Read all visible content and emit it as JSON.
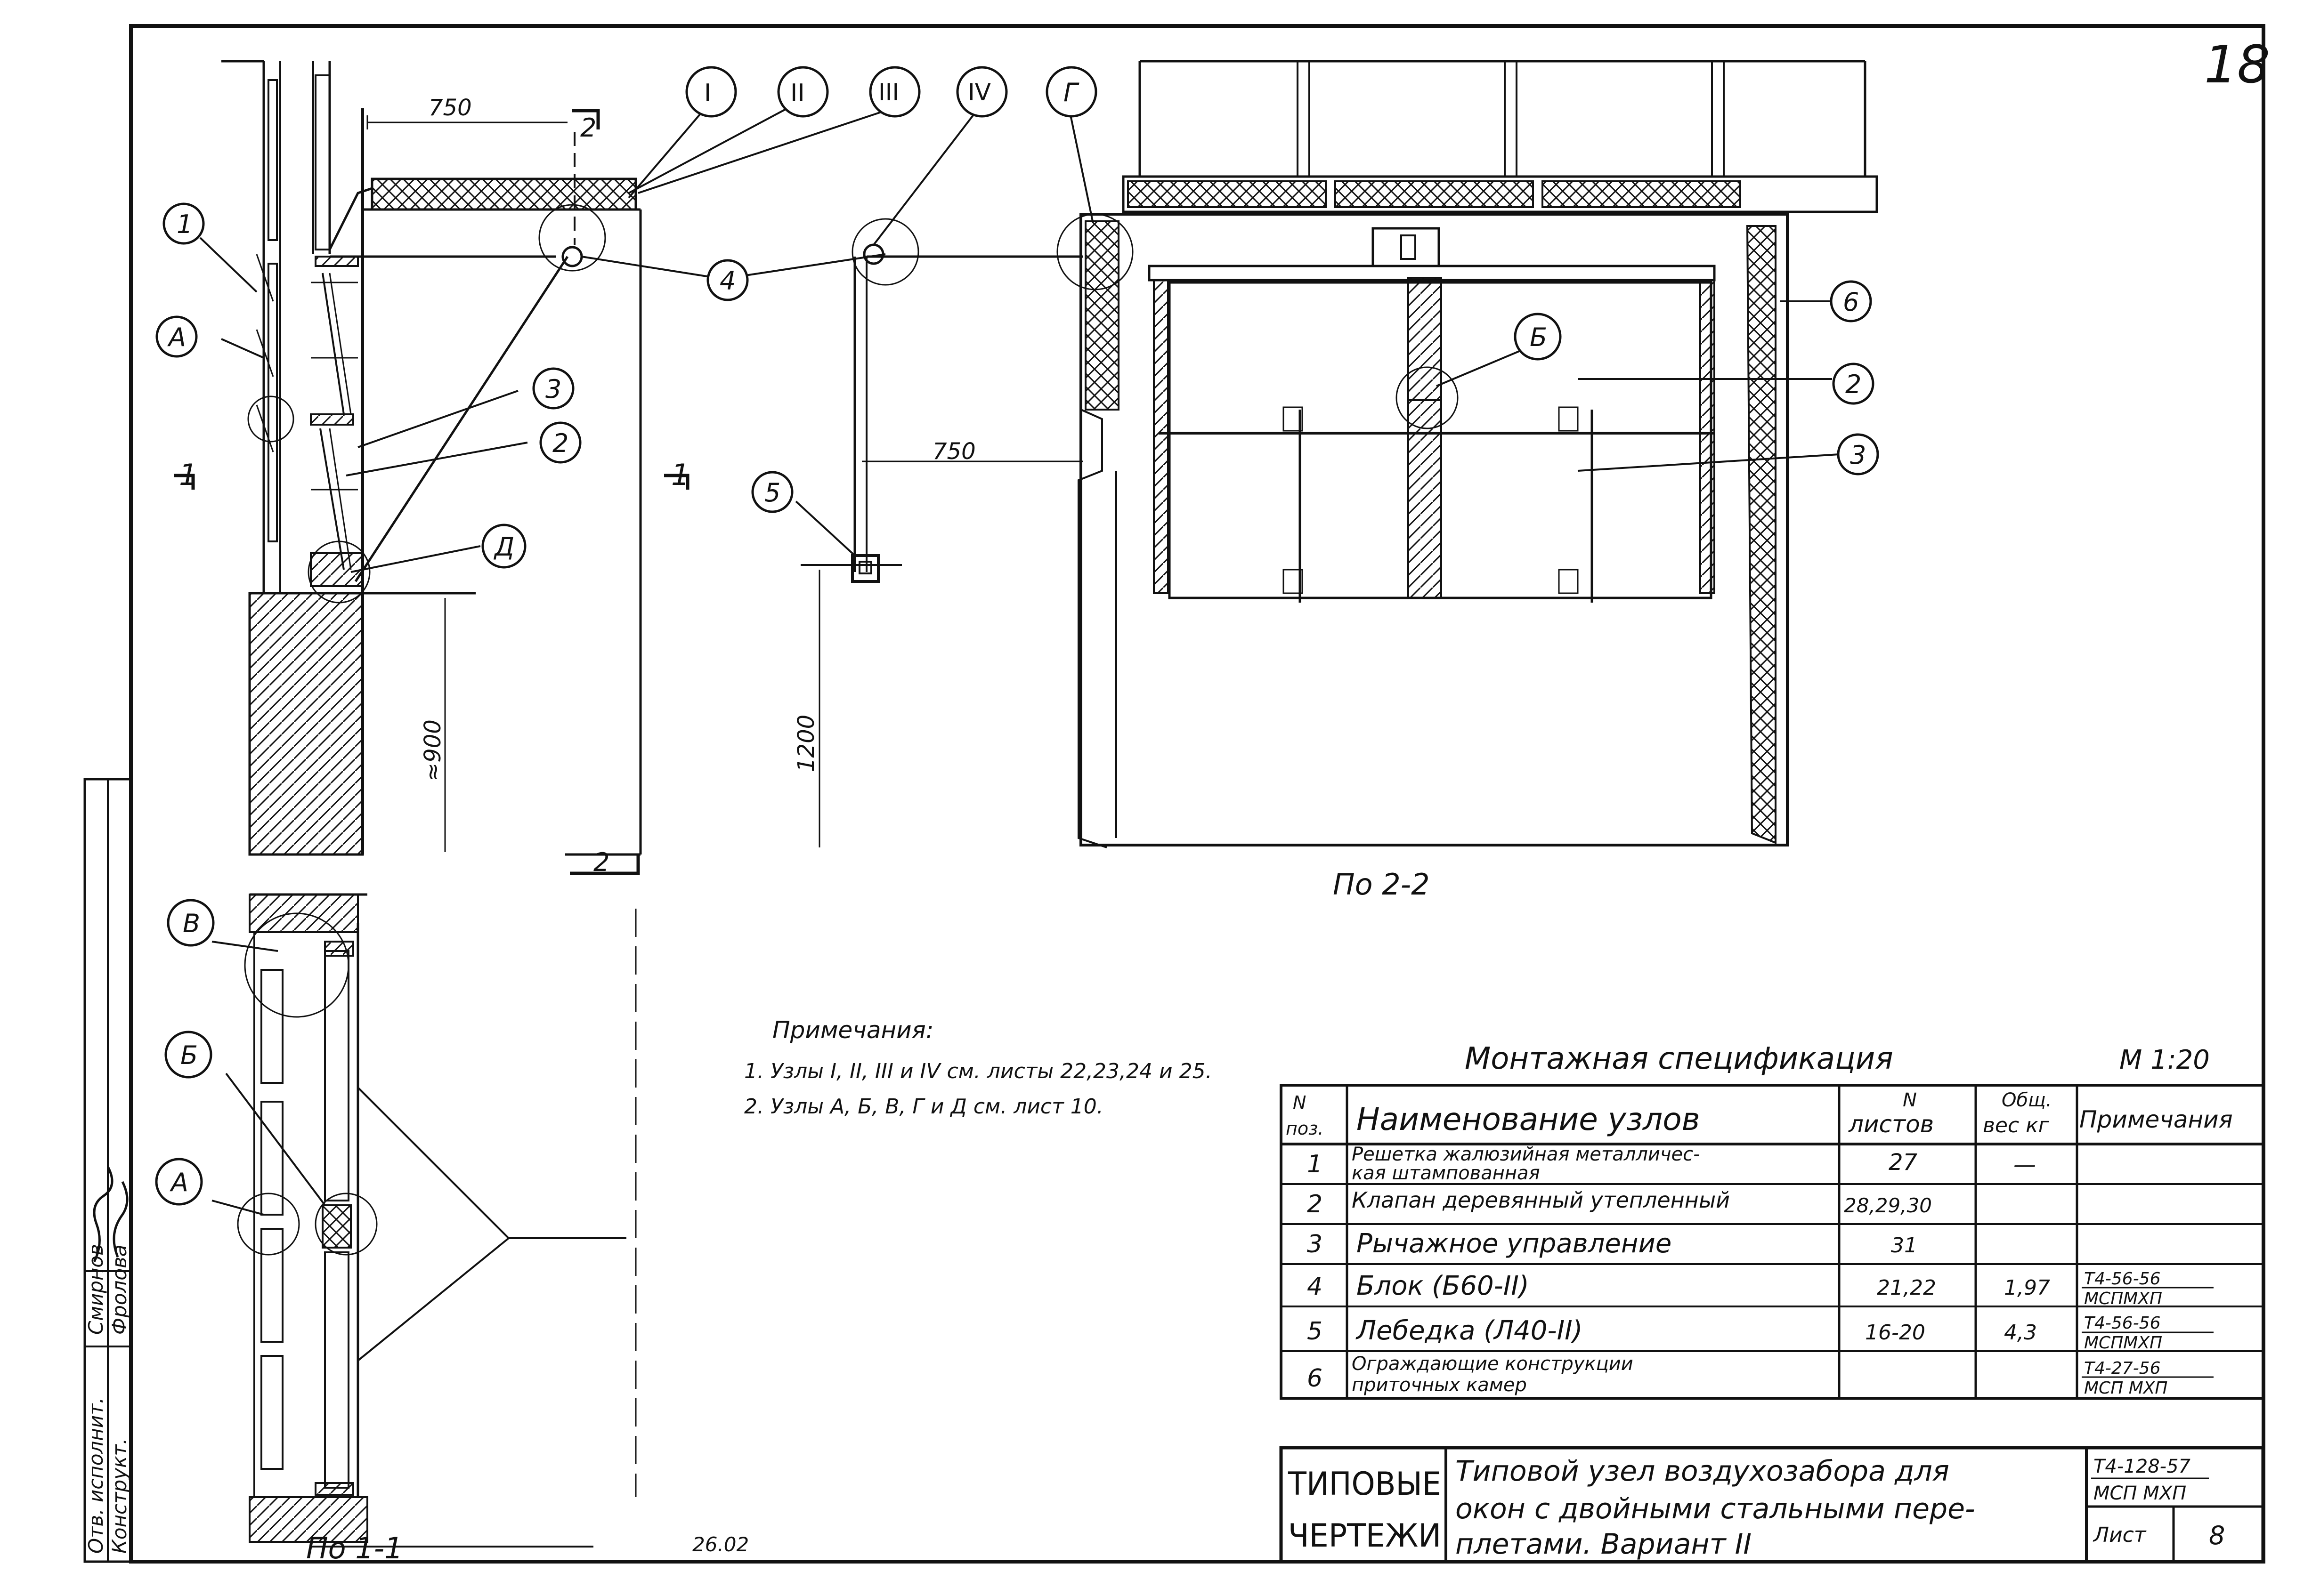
{
  "sheet_number": "18",
  "dimensions": {
    "width_top": "750",
    "width_mid": "750",
    "height_sill": "≈900",
    "height_winch": "1200"
  },
  "section_marks": {
    "cut_2_top": "2",
    "cut_2_bottom": "2",
    "cut_1_left": "1",
    "cut_1_right": "1"
  },
  "callouts": {
    "n1": "1",
    "n2a": "2",
    "n3a": "3",
    "n4": "4",
    "n5": "5",
    "n6": "6",
    "n2b": "2",
    "n3b": "3",
    "A_top": "А",
    "D": "Д",
    "B_mid": "Б",
    "G": "Г",
    "I": "I",
    "II": "II",
    "III": "III",
    "IV": "IV",
    "V_bottom": "В",
    "B_bottom": "Б",
    "A_bottom": "А"
  },
  "view_labels": {
    "section_2_2": "По 2-2",
    "section_1_1": "По 1-1",
    "date": "26.02"
  },
  "notes": {
    "title": "Примечания:",
    "line1": "1. Узлы I, II, III и IV см. листы 22,23,24 и 25.",
    "line2": "2. Узлы А, Б, В, Г и Д см. лист 10."
  },
  "spec": {
    "title": "Монтажная спецификация",
    "scale": "М 1:20",
    "headers": {
      "pos_n": "N",
      "pos": "поз.",
      "name": "Наименование узлов",
      "sheets_n": "N",
      "sheets": "листов",
      "weight_top": "Общ.",
      "weight": "вес кг",
      "note": "Примечания"
    },
    "rows": [
      {
        "pos": "1",
        "name1": "Решетка жалюзийная металличес-",
        "name2": "кая штампованная",
        "sheets": "27",
        "weight": "—",
        "note1": "",
        "note2": ""
      },
      {
        "pos": "2",
        "name1": "Клапан деревянный утепленный",
        "name2": "",
        "sheets": "28,29,30",
        "weight": "",
        "note1": "",
        "note2": ""
      },
      {
        "pos": "3",
        "name1": "Рычажное управление",
        "name2": "",
        "sheets": "31",
        "weight": "",
        "note1": "",
        "note2": ""
      },
      {
        "pos": "4",
        "name1": "Блок (Б60-II)",
        "name2": "",
        "sheets": "21,22",
        "weight": "1,97",
        "note1": "Т4-56-56",
        "note2": "МСПМХП"
      },
      {
        "pos": "5",
        "name1": "Лебедка (Л40-II)",
        "name2": "",
        "sheets": "16-20",
        "weight": "4,3",
        "note1": "Т4-56-56",
        "note2": "МСПМХП"
      },
      {
        "pos": "6",
        "name1": "Ограждающие конструкции",
        "name2": "приточных камер",
        "sheets": "",
        "weight": "",
        "note1": "Т4-27-56",
        "note2": "МСП МХП"
      }
    ]
  },
  "titleblock": {
    "org1": "ТИПОВЫЕ",
    "org2": "ЧЕРТЕЖИ",
    "desc1": "Типовой узел воздухозабора для",
    "desc2": "окон с двойными стальными пере-",
    "desc3": "плетами. Вариант II",
    "code1": "Т4-128-57",
    "code2": "МСП МХП",
    "sheet_label": "Лист",
    "sheet_no": "8"
  },
  "side_stamp": {
    "row1_role": "Отв. исполнит.",
    "row1_name": "Смирнов",
    "row2_role": "Конструкт.",
    "row2_name": "Фролова"
  }
}
